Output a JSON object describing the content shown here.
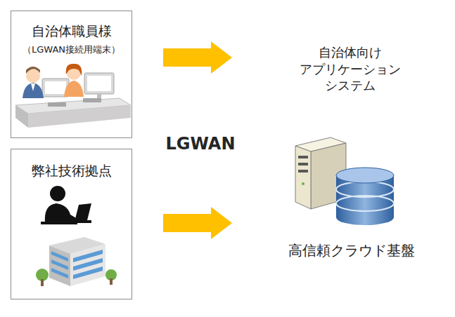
{
  "diagram": {
    "nodes": [
      {
        "text": [
          "自治体職員様",
          "（LGWAN接続用端末）"
        ]
      },
      {
        "text": [
          "弊社技術拠点"
        ]
      },
      {
        "text": [
          "LGWAN"
        ]
      },
      {
        "text": [
          "自治体向け アプリケーション システム"
        ]
      },
      {
        "text": [
          "高信頼クラウド基盤"
        ]
      }
    ],
    "edges": [
      {
        "from": 0,
        "to": 3,
        "arrow": "to"
      },
      {
        "from": 1,
        "to": 4,
        "arrow": "to"
      }
    ]
  }
}
